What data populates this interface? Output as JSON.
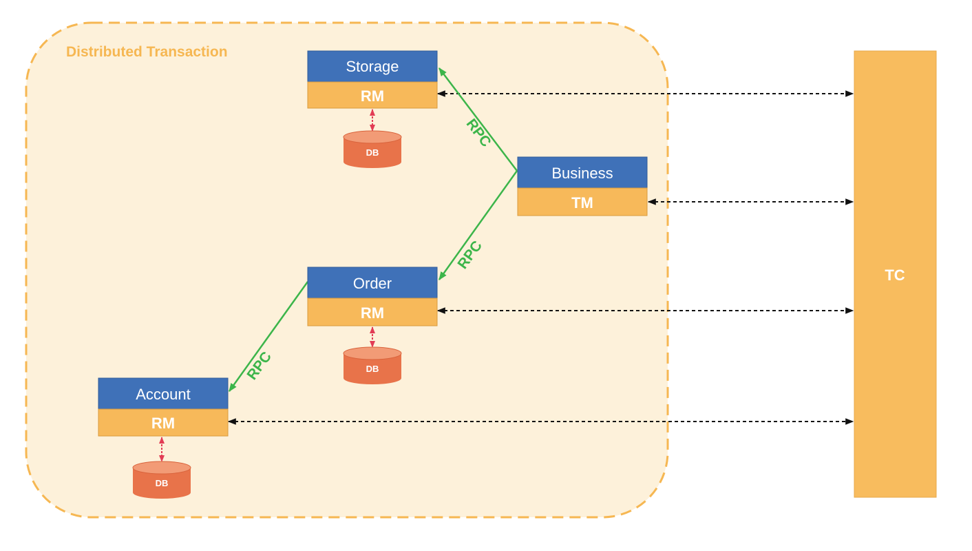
{
  "diagram": {
    "region_title": "Distributed Transaction",
    "services": {
      "storage": {
        "name": "Storage",
        "role": "RM"
      },
      "business": {
        "name": "Business",
        "role": "TM"
      },
      "order": {
        "name": "Order",
        "role": "RM"
      },
      "account": {
        "name": "Account",
        "role": "RM"
      }
    },
    "databases": {
      "storage": "DB",
      "order": "DB",
      "account": "DB"
    },
    "rpc_labels": {
      "business_to_storage": "RPC",
      "business_to_order": "RPC",
      "order_to_account": "RPC"
    },
    "coordinator": "TC",
    "colors": {
      "region_fill": "#fdf1da",
      "region_border": "#f6b752",
      "service_header": "#3f71b8",
      "service_role": "#f7b95a",
      "db": "#e8734a",
      "rpc": "#3cb54a",
      "db_link": "#e23c55",
      "coordinator": "#f8bc5e"
    }
  }
}
